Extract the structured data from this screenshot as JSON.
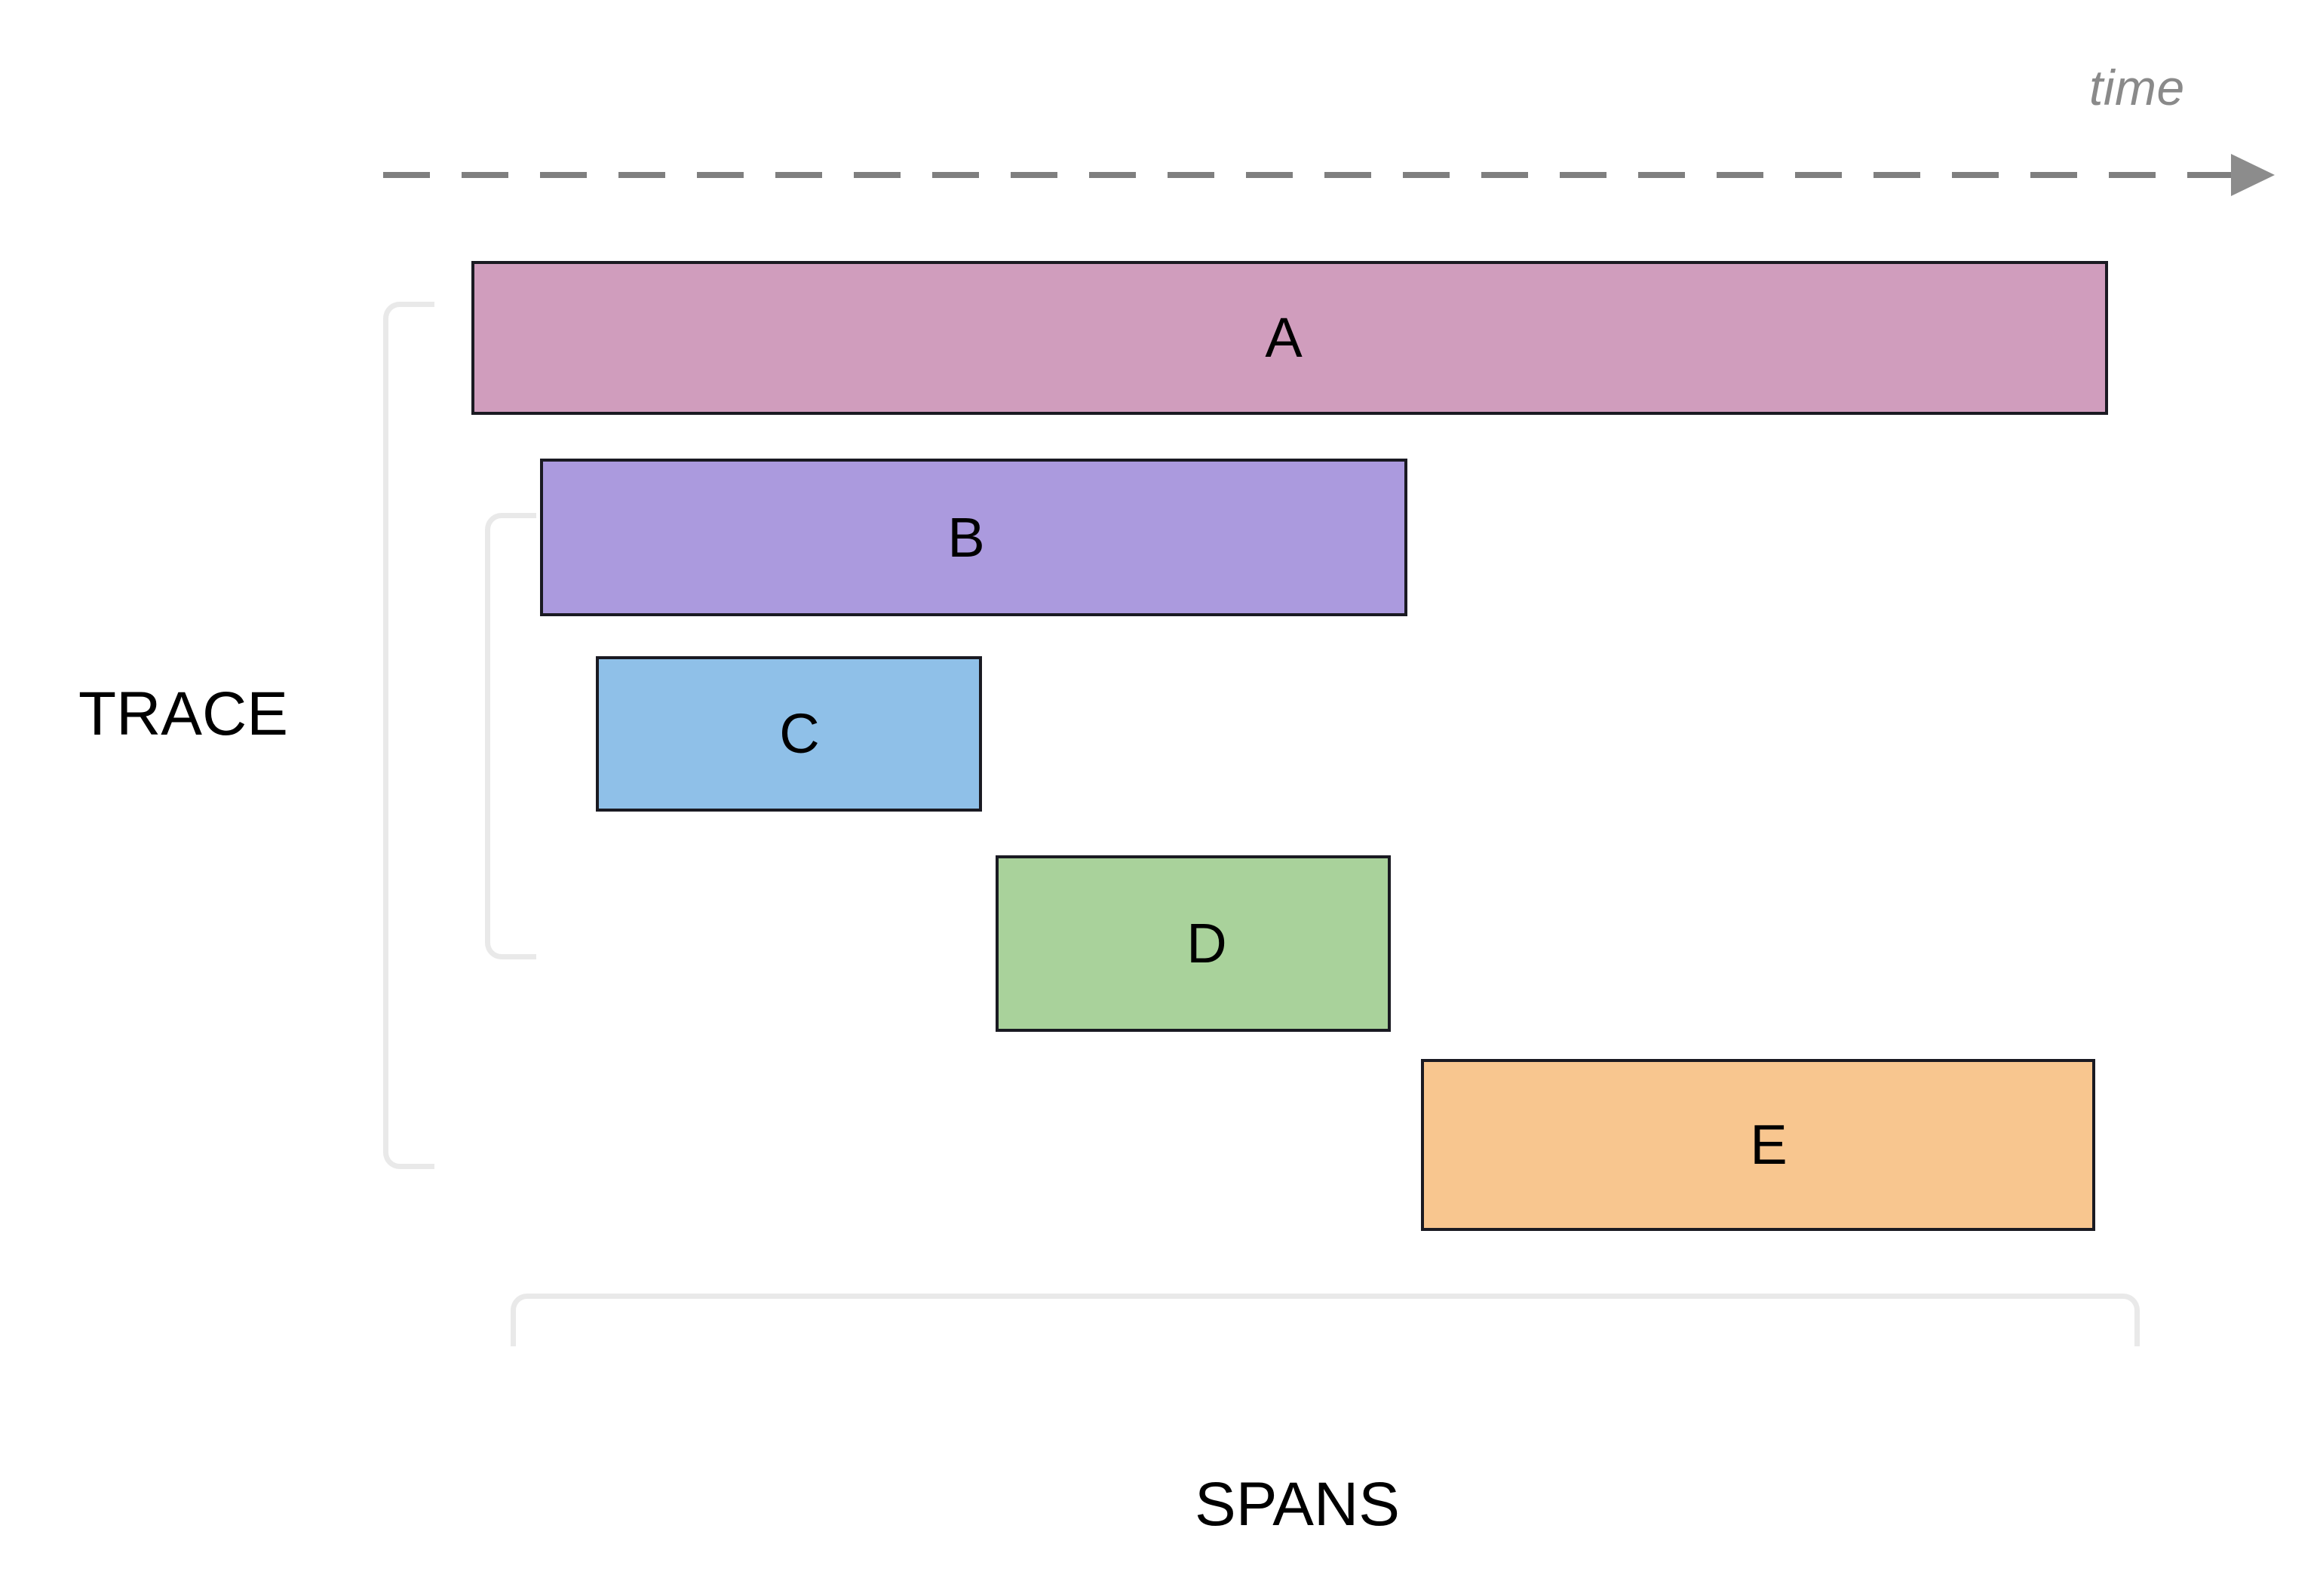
{
  "diagram": {
    "title_groups": {
      "trace": "TRACE",
      "spans": "SPANS"
    },
    "axis": {
      "label": "time",
      "style": "dashed",
      "direction": "left-to-right",
      "arrow_icon": "right-arrow-icon",
      "color": "#8a8a8a"
    },
    "brackets": [
      {
        "id": "trace-bracket",
        "name": "trace-bracket",
        "orientation": "left",
        "color": "#e9e9e9"
      },
      {
        "id": "child-bracket",
        "name": "child-spans-bracket",
        "orientation": "left",
        "color": "#e9e9e9"
      },
      {
        "id": "spans-bracket",
        "name": "spans-bracket",
        "orientation": "bottom",
        "color": "#e9e9e9"
      }
    ]
  },
  "chart_data": {
    "type": "bar",
    "title": "",
    "subtitle": "",
    "xlabel": "time",
    "ylabel": "",
    "orientation": "horizontal",
    "grid": false,
    "legend": null,
    "annotations": [
      "TRACE",
      "SPANS",
      "time"
    ],
    "axis_units": "relative (unitless)",
    "xlim": [
      0,
      100
    ],
    "categories": [
      "A",
      "B",
      "C",
      "D",
      "E"
    ],
    "spans": [
      {
        "label": "A",
        "start": 4.8,
        "end": 93.0,
        "duration": 88.2,
        "depth": 0,
        "parent": null,
        "color": "#d09dbd",
        "border_color": "#1a1a22"
      },
      {
        "label": "B",
        "start": 8.5,
        "end": 55.0,
        "duration": 46.5,
        "depth": 1,
        "parent": "A",
        "color": "#ab9ade",
        "border_color": "#1a1a22"
      },
      {
        "label": "C",
        "start": 11.5,
        "end": 32.3,
        "duration": 20.8,
        "depth": 2,
        "parent": "B",
        "color": "#8fc0e8",
        "border_color": "#1a1a22"
      },
      {
        "label": "D",
        "start": 33.1,
        "end": 54.3,
        "duration": 21.2,
        "depth": 1,
        "parent": "A",
        "color": "#a9d29b",
        "border_color": "#1a1a22"
      },
      {
        "label": "E",
        "start": 55.8,
        "end": 94.4,
        "duration": 38.6,
        "depth": 1,
        "parent": "A",
        "color": "#f8c68f",
        "border_color": "#1a1a22"
      }
    ]
  }
}
